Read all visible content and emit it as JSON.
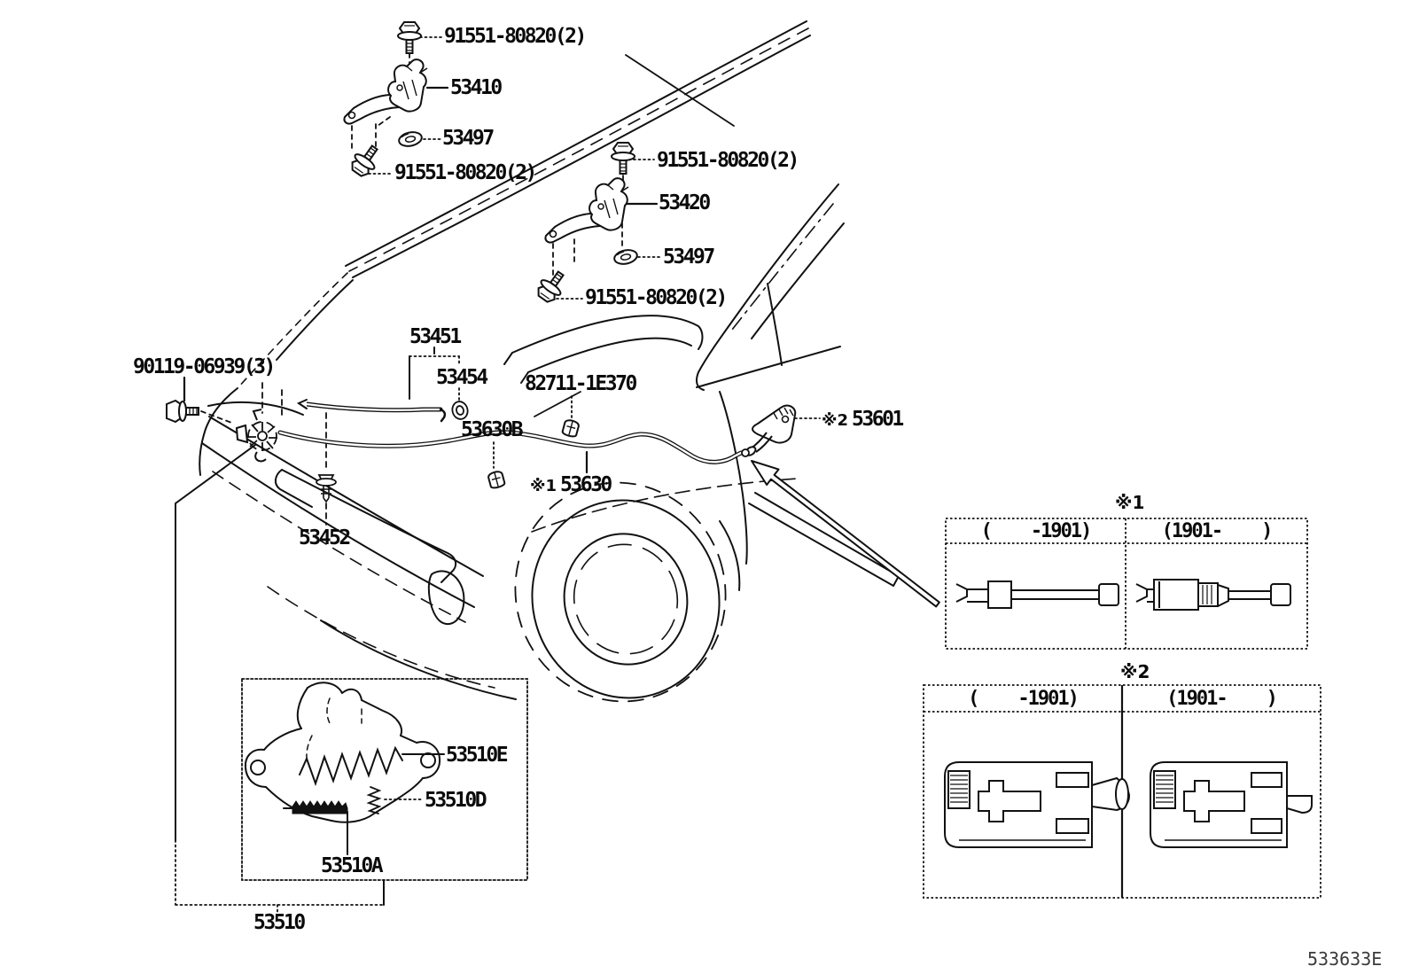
{
  "figure": {
    "code": "533633E"
  },
  "labels": {
    "fastener_bolt": "91551-80820(2)",
    "hinge_upper_left": "53410",
    "hinge_washer": "53497",
    "hinge_upper_right": "53420",
    "support_rod": "53451",
    "rod_grommet": "53454",
    "cable_clamp": "82711-1E370",
    "latch_bolt": "90119-06939(3)",
    "cable_clip": "53630B",
    "release_cable_ref": "※1",
    "release_cable": "53630",
    "release_handle_ref": "※2",
    "release_handle": "53601",
    "bumper_clip": "53452",
    "lock_spring": "53510E",
    "lock_spring_small": "53510D",
    "lock_ratchet": "53510A",
    "lock_assembly": "53510"
  },
  "tables": {
    "table1": {
      "ref": "※1",
      "columns": [
        "(    -1901)",
        "(1901-    )"
      ]
    },
    "table2": {
      "ref": "※2",
      "columns": [
        "(    -1901)",
        "(1901-    )"
      ]
    }
  }
}
